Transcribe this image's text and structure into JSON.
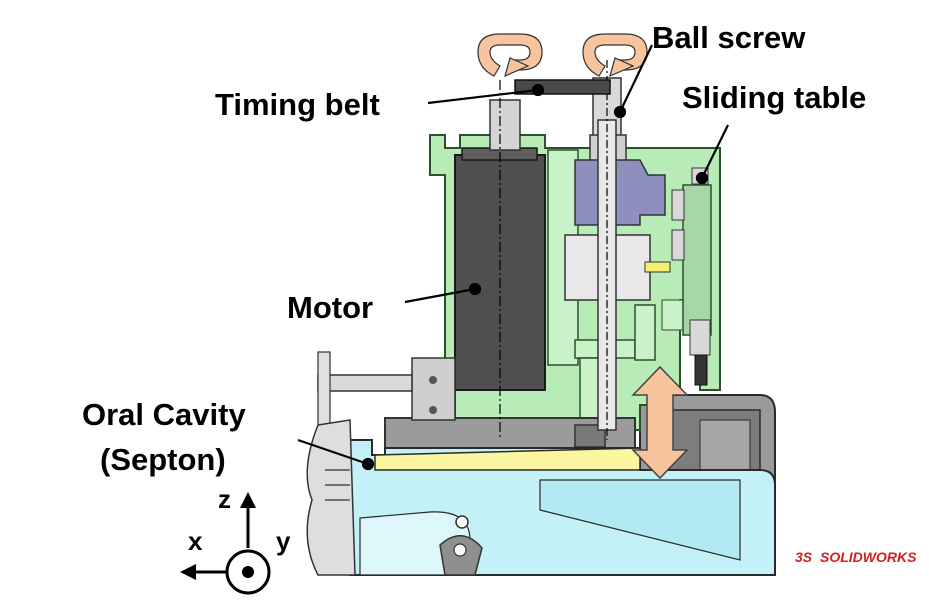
{
  "labels": {
    "ball_screw": "Ball screw",
    "timing_belt": "Timing belt",
    "sliding_table": "Sliding table",
    "motor": "Motor",
    "oral_cavity": "Oral Cavity",
    "septon": "(Septon)"
  },
  "axes": {
    "z": "z",
    "x": "x",
    "y": "y"
  },
  "watermark": {
    "logo": "3S",
    "text": "SOLIDWORKS"
  },
  "colors": {
    "frame_green": "#b7ecb7",
    "motor_gray": "#4f4f4f",
    "cavity_blue": "#c4f1f8",
    "septon_yellow": "#fbf6a0",
    "arrow_orange": "#f7c49e",
    "gray_housing": "#8f8f8f",
    "nut_purple": "#8e8fbf"
  }
}
